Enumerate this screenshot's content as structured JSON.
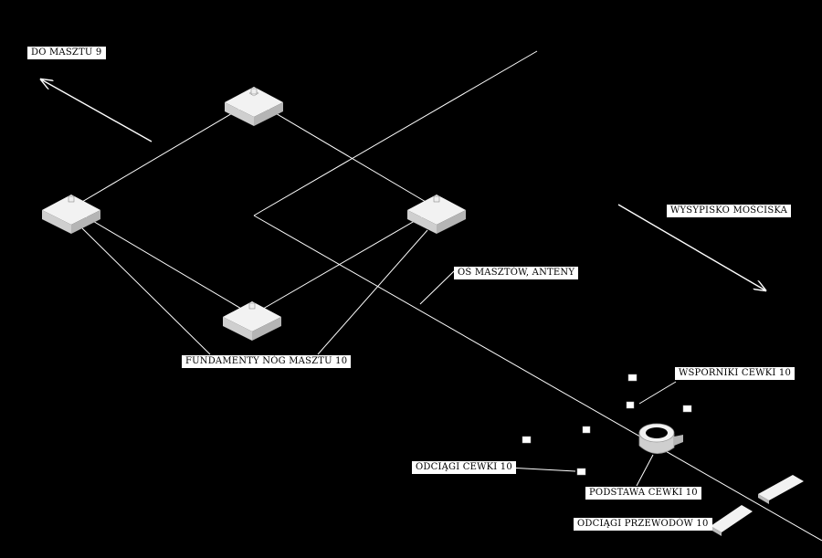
{
  "labels": {
    "do_masztu": "DO MASZTU 9",
    "wysypisko": "WYSYPISKO MOŚCISKA",
    "os_masztow": "OŚ MASZTÓW, ANTENY",
    "fundamenty": "FUNDAMENTY NÓG MASZTU 10",
    "wsporniki": "WSPORNIKI CEWKI 10",
    "odciagi_cewki": "ODCIĄGI CEWKI 10",
    "podstawa": "PODSTAWA CEWKI 10",
    "odciagi_przewodow": "ODCIĄGI PRZEWODÓW 10"
  },
  "colors": {
    "background": "#000000",
    "lines": "#ffffff",
    "block_top": "#f2f2f2",
    "block_side": "#cfcfcf",
    "block_front": "#b5b5b5"
  }
}
